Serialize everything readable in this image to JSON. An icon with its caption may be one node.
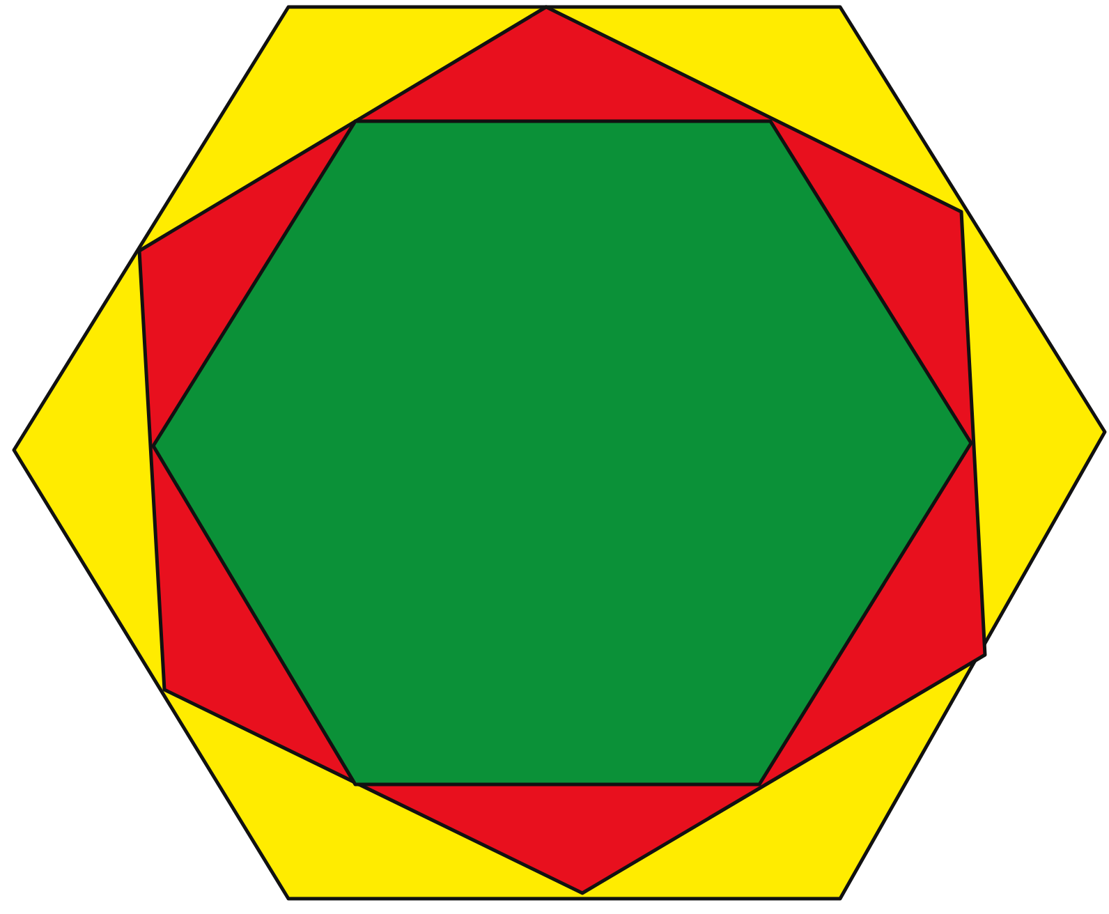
{
  "diagram": {
    "nodes": [
      {
        "text": [],
        "shape": "hexagon"
      },
      {
        "text": [],
        "shape": "hexagon",
        "in": 0
      },
      {
        "text": [],
        "shape": "hexagon",
        "in": 1
      }
    ]
  }
}
